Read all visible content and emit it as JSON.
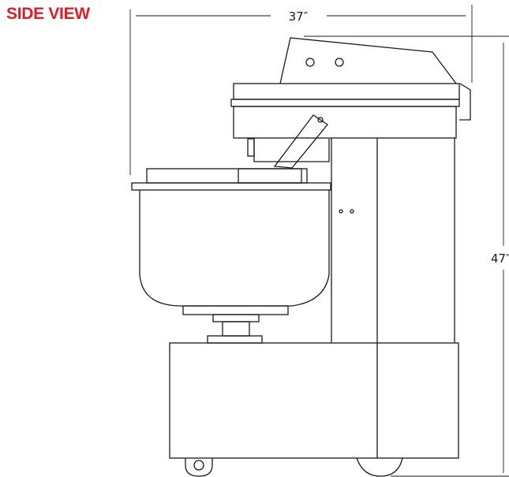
{
  "view_title": "SIDE VIEW",
  "title_color": "#e31b23",
  "line_color": "#1a1a1a",
  "dimensions": {
    "width_label": "37″",
    "height_label": "47″"
  }
}
